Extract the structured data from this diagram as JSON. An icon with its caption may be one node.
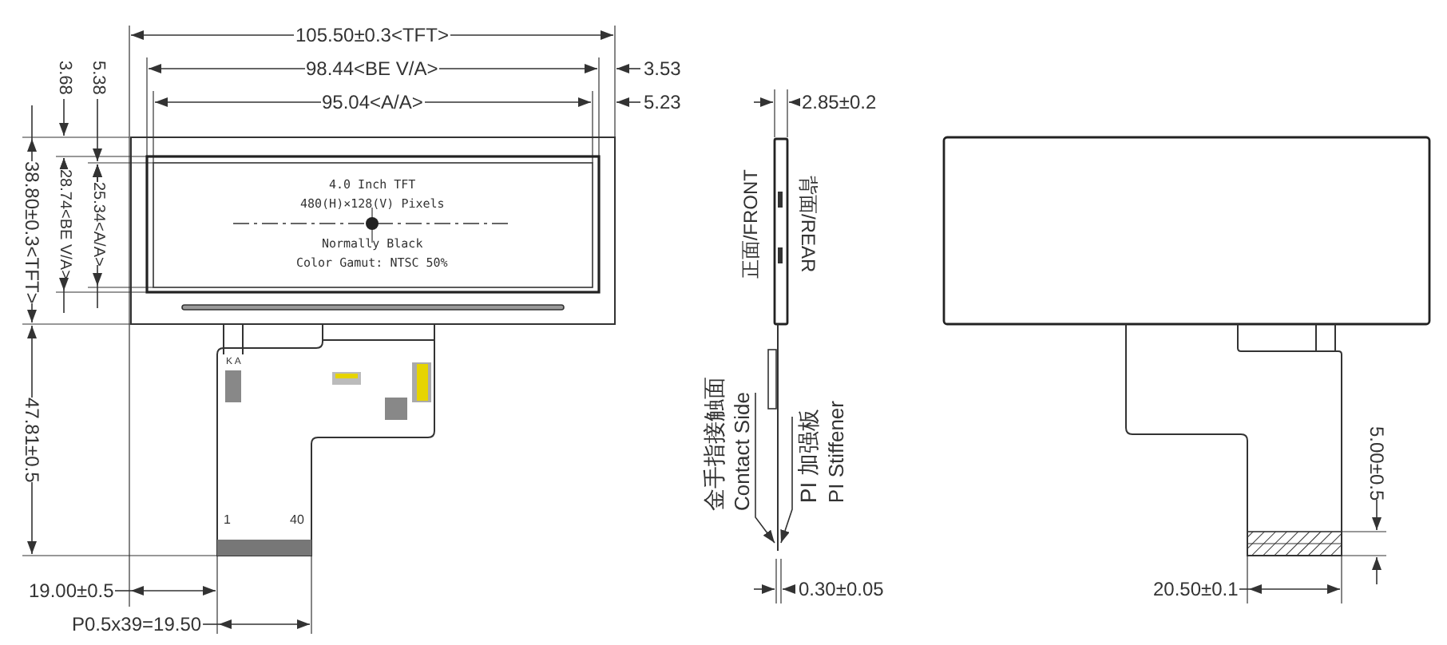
{
  "diagram": {
    "nodes": [
      {
        "text": [
          "金手指接触面",
          "Contact Side"
        ]
      },
      {
        "text": [
          "PI 加强板",
          "PI Stiffener"
        ]
      }
    ],
    "edges": [
      {
        "from": 0,
        "to": null,
        "arrow": "to"
      },
      {
        "from": 1,
        "to": null,
        "arrow": "to"
      }
    ],
    "labels": [
      "105.50±0.3<TFT>",
      "98.44<BE V/A>",
      "3.53",
      "95.04<A/A>",
      "5.23",
      "3.68",
      "5.38",
      "38.80±0.3<TFT>",
      "28.74<BE V/A>",
      "25.34<A/A>",
      "4.0 Inch TFT",
      "480(H)×128(V) Pixels",
      "Normally Black",
      "Color Gamut: NTSC 50%",
      "K A",
      "1",
      "40",
      "47.81±0.5",
      "19.00±0.5",
      "P0.5x39=19.50",
      "2.85±0.2",
      "正面/FRONT",
      "背面/REAR",
      "0.30±0.05",
      "5.00±0.5",
      "20.50±0.1"
    ]
  }
}
